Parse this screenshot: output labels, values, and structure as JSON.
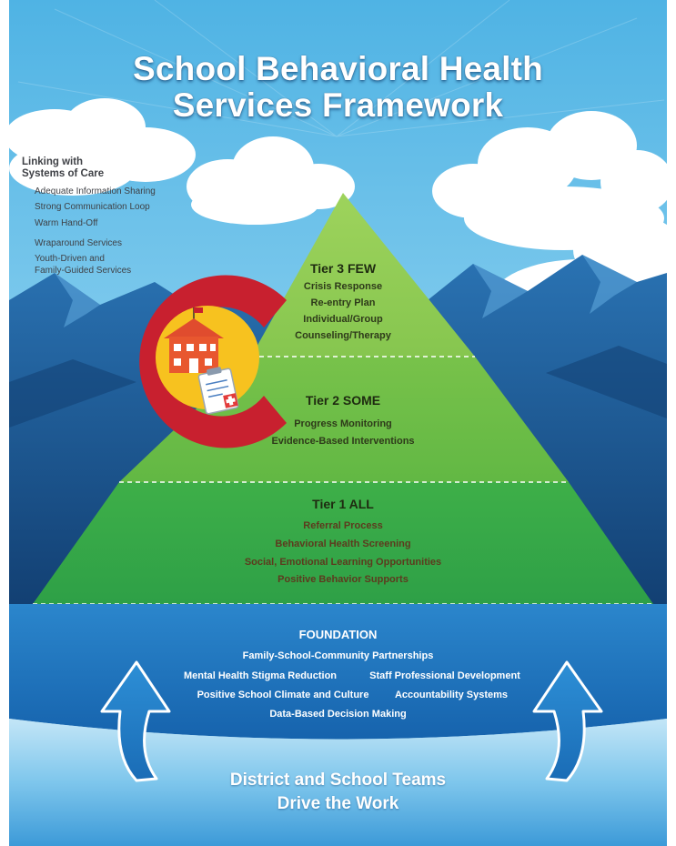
{
  "title": {
    "line1": "School Behavioral Health",
    "line2": "Services Framework"
  },
  "systems_of_care": {
    "heading_line1": "Linking with",
    "heading_line2": "Systems of Care",
    "items": [
      "Adequate Information Sharing",
      "Strong Communication Loop",
      "Warm Hand-Off",
      "Wraparound Services",
      "Youth-Driven and",
      "Family-Guided Services"
    ]
  },
  "tiers": {
    "tier3": {
      "heading": "Tier 3 FEW",
      "items": [
        "Crisis Response",
        "Re-entry Plan",
        "Individual/Group",
        "Counseling/Therapy"
      ]
    },
    "tier2": {
      "heading": "Tier 2 SOME",
      "items": [
        "Progress Monitoring",
        "Evidence-Based Interventions"
      ]
    },
    "tier1": {
      "heading": "Tier 1 ALL",
      "items": [
        "Referral Process",
        "Behavioral Health Screening",
        "Social, Emotional Learning Opportunities",
        "Positive Behavior Supports"
      ]
    }
  },
  "foundation": {
    "heading": "FOUNDATION",
    "items": [
      "Family-School-Community Partnerships",
      "Mental Health Stigma Reduction",
      "Staff Professional Development",
      "Positive School Climate and Culture",
      "Accountability Systems",
      "Data-Based Decision Making"
    ]
  },
  "drive": {
    "line1": "District and School Teams",
    "line2": "Drive the Work"
  },
  "colors": {
    "sky": "#6ec3ea",
    "mountain": "#1f5d97",
    "tier3": "#8cc94f",
    "tier2": "#6cbd45",
    "tier1": "#33a84a",
    "foundation": "#1e73be",
    "colorado_red": "#c8202f",
    "colorado_gold": "#f7c21f"
  },
  "icons": [
    "school-house-icon",
    "clipboard-medical-icon",
    "up-arrow-left-icon",
    "up-arrow-right-icon",
    "colorado-c-logo"
  ]
}
